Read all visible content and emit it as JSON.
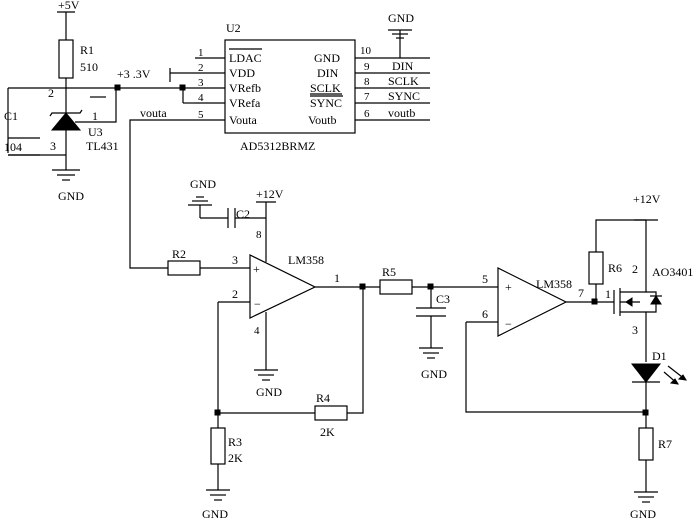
{
  "chip": {
    "ref": "U2",
    "part": "AD5312BRMZ",
    "left_pins": [
      {
        "num": "1",
        "name": "LDAC"
      },
      {
        "num": "2",
        "name": "VDD"
      },
      {
        "num": "3",
        "name": "VRefb"
      },
      {
        "num": "4",
        "name": "VRefa"
      },
      {
        "num": "5",
        "name": "Voutа"
      }
    ],
    "right_pins": [
      {
        "num": "10",
        "name": "GND"
      },
      {
        "num": "9",
        "name": "DIN"
      },
      {
        "num": "8",
        "name": "SCLK"
      },
      {
        "num": "7",
        "name": "SYNC"
      },
      {
        "num": "6",
        "name": "Voutb"
      }
    ]
  },
  "nets": {
    "din": "DIN",
    "sclk": "SCLK",
    "sync": "SYNC",
    "voutb": "voutb",
    "vouta": "vouta",
    "v33": "+3 .3V"
  },
  "power": {
    "p5v": "+5V",
    "p12v_a": "+12V",
    "p12v_b": "+12V",
    "gnd": "GND"
  },
  "r1": {
    "ref": "R1",
    "val": "510"
  },
  "c1": {
    "ref": "C1",
    "val": "104"
  },
  "u3": {
    "ref": "U3",
    "part": "TL431",
    "pin1": "1",
    "pin2": "2",
    "pin3": "3"
  },
  "r2": {
    "ref": "R2"
  },
  "r3": {
    "ref": "R3",
    "val": "2K"
  },
  "r4": {
    "ref": "R4",
    "val": "2K"
  },
  "r5": {
    "ref": "R5"
  },
  "r6": {
    "ref": "R6"
  },
  "r7": {
    "ref": "R7"
  },
  "c2": {
    "ref": "C2"
  },
  "c3": {
    "ref": "C3"
  },
  "d1": {
    "ref": "D1"
  },
  "q1": {
    "part": "AO3401",
    "pin1": "1",
    "pin2": "2",
    "pin3": "3"
  },
  "opamp1": {
    "part": "LM358",
    "pin_in_pos": "3",
    "pin_in_neg": "2",
    "pin_out": "1",
    "pin_vcc": "8",
    "pin_gnd": "4"
  },
  "opamp2": {
    "part": "LM358",
    "pin_in_pos": "5",
    "pin_in_neg": "6",
    "pin_out": "7"
  }
}
